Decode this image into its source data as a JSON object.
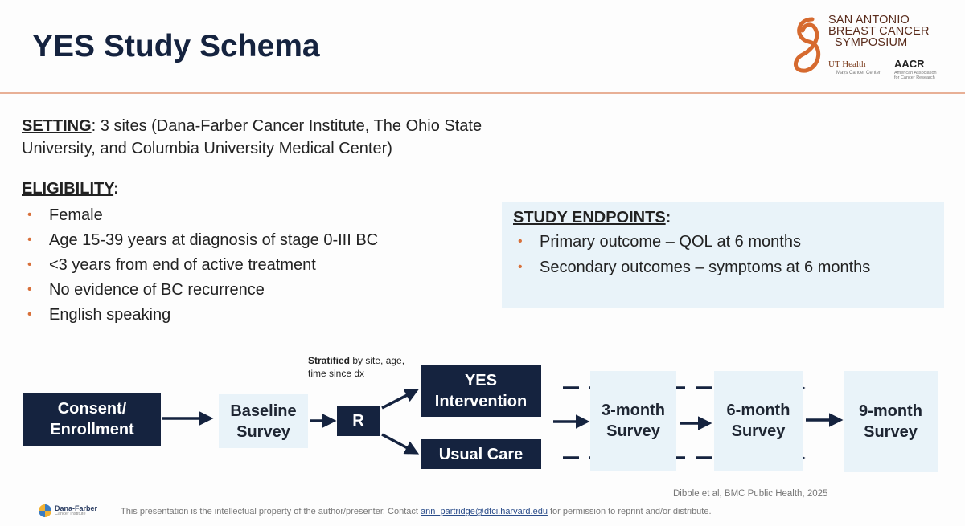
{
  "title": "YES Study Schema",
  "logo": {
    "line1": "SAN ANTONIO",
    "line2": "BREAST CANCER",
    "line3": "SYMPOSIUM",
    "ut_health": "UT Health",
    "ut_sub": "Mays Cancer Center",
    "aacr": "AACR",
    "aacr_sub": "American Association for Cancer Research"
  },
  "setting": {
    "label": "SETTING",
    "text": ": 3 sites (Dana-Farber Cancer Institute, The Ohio State University, and Columbia University Medical Center)"
  },
  "eligibility": {
    "label": "ELIGIBILITY",
    "suffix": ":",
    "bullet": "•",
    "items": [
      "Female",
      "Age 15-39 years at diagnosis of stage 0-III BC",
      "<3 years from end of active treatment",
      "No evidence of BC recurrence",
      "English speaking"
    ]
  },
  "endpoints": {
    "label": "STUDY ENDPOINTS",
    "suffix": ":",
    "items": [
      "Primary outcome – QOL at 6 months",
      "Secondary outcomes – symptoms at 6 months"
    ]
  },
  "flow": {
    "consent": "Consent/\nEnrollment",
    "baseline": "Baseline\nSurvey",
    "randomize": "R",
    "stratified_bold": "Stratified",
    "stratified_rest": " by site, age, time since dx",
    "intervention": "YES\nIntervention",
    "usual_care": "Usual Care",
    "survey3": "3-month\nSurvey",
    "survey6": "6-month\nSurvey",
    "survey9": "9-month\nSurvey"
  },
  "citation": "Dibble et al, BMC Public Health, 2025",
  "footer": {
    "text_before": "This presentation is the intellectual property of the author/presenter. Contact ",
    "email": "ann_partridge@dfci.harvard.edu",
    "text_after": " for permission to reprint and/or distribute.",
    "logo_name": "Dana-Farber",
    "logo_sub": "Cancer Institute"
  },
  "colors": {
    "navy": "#15233f",
    "light_blue": "#e9f3f9",
    "accent": "#d8703a"
  }
}
